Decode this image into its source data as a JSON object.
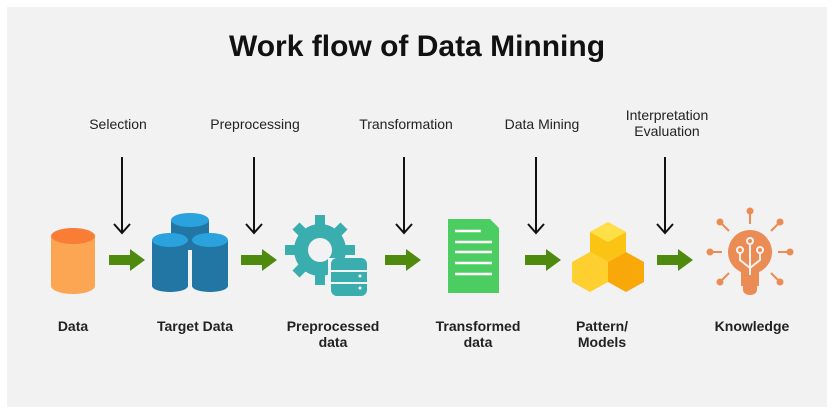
{
  "title": "Work flow of Data Minning",
  "steps": [
    "Selection",
    "Preprocessing",
    "Transformation",
    "Data Mining",
    "Interpretation",
    "Evaluation"
  ],
  "nodes": [
    "Data",
    "Target Data",
    "Preprocessed",
    "data",
    "Transformed",
    "data",
    "Pattern/",
    "Models",
    "Knowledge"
  ],
  "colors": {
    "arrow": "#4e8a0e",
    "data": "#fca552",
    "target": "#2583b6",
    "gear": "#3aadae",
    "doc": "#4ccd62",
    "cubes": "#fbc414",
    "bulb": "#ec8c55"
  }
}
